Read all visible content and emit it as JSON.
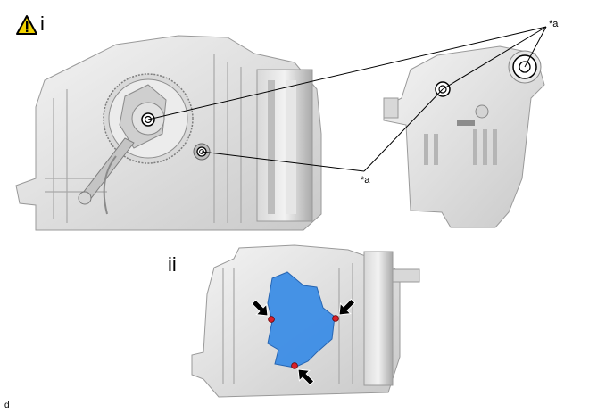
{
  "steps": {
    "step1": "i",
    "step2": "ii"
  },
  "callouts": {
    "top": "*a",
    "bottom": "*a"
  },
  "footer": "d",
  "icons": {
    "warning": "warning-triangle-icon",
    "arrow": "black-arrow-icon"
  },
  "colors": {
    "warning_fill": "#f2d300",
    "highlight_blue": "#3d8ee6",
    "pin_red": "#d8202a"
  }
}
